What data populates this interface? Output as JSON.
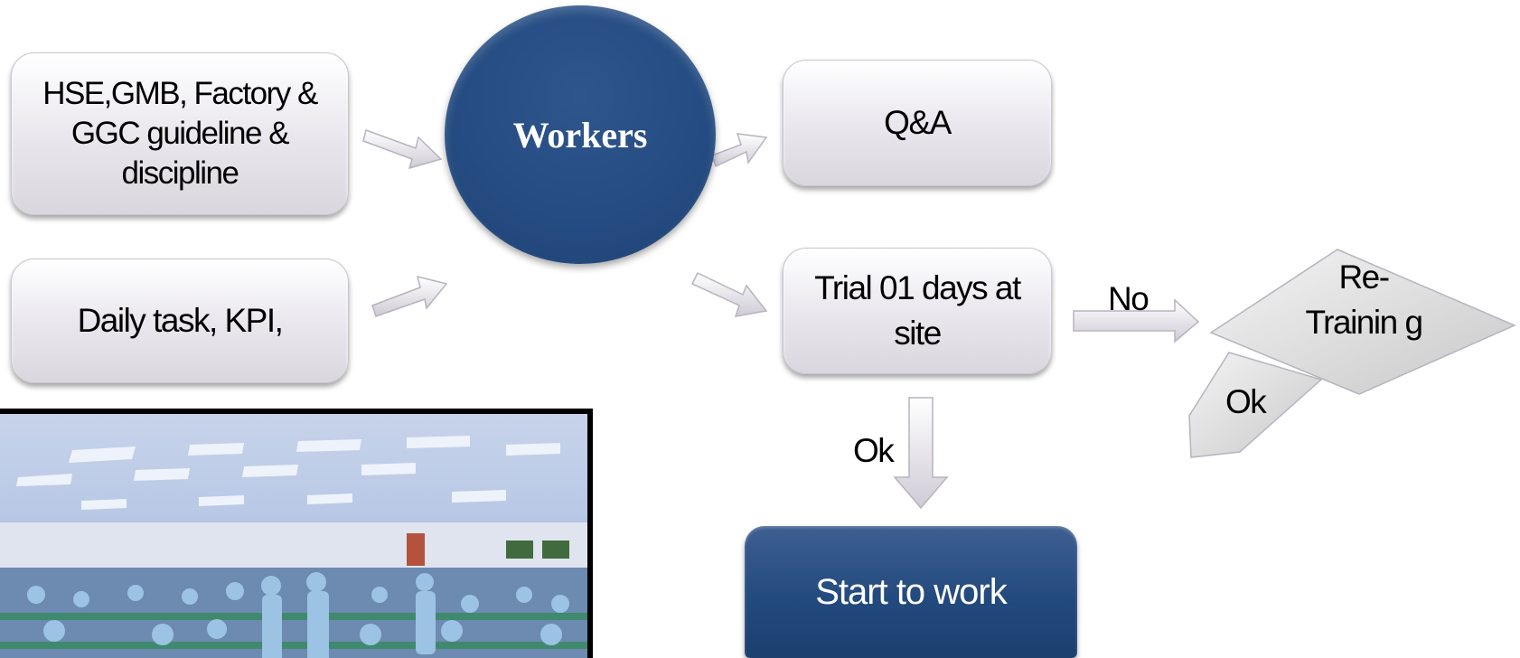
{
  "boxes": {
    "guideline": "HSE,GMB, Factory & GGC guideline & discipline",
    "daily_task": "Daily task, KPI,",
    "workers": "Workers",
    "qa": "Q&A",
    "trial": "Trial 01 days at site",
    "retraining": "Re-Trainin g",
    "start": "Start to work"
  },
  "labels": {
    "no": "No",
    "ok_down": "Ok",
    "ok_back": "Ok"
  },
  "colors": {
    "dark_blue": "#234a7e",
    "light_box": "#eceaf0"
  }
}
